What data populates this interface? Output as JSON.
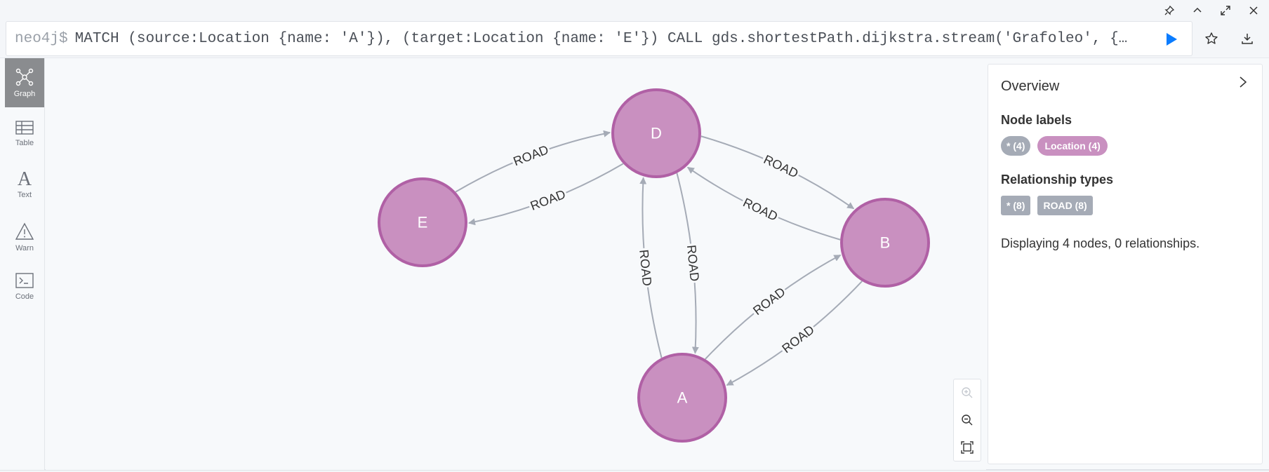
{
  "query": {
    "prompt": "neo4j$",
    "text": "MATCH (source:Location {name: 'A'}), (target:Location {name: 'E'}) CALL gds.shortestPath.dijkstra.stream('Grafoleo', { …"
  },
  "sidebar": {
    "items": [
      {
        "label": "Graph",
        "icon": "graph-icon",
        "active": true
      },
      {
        "label": "Table",
        "icon": "table-icon",
        "active": false
      },
      {
        "label": "Text",
        "icon": "text-icon",
        "active": false
      },
      {
        "label": "Warn",
        "icon": "warn-icon",
        "active": false
      },
      {
        "label": "Code",
        "icon": "code-icon",
        "active": false
      }
    ]
  },
  "graph": {
    "node_color": "#c990c0",
    "node_border": "#b060a5",
    "edge_color": "#a5abb6",
    "nodes": [
      {
        "id": "D",
        "label": "D"
      },
      {
        "id": "E",
        "label": "E"
      },
      {
        "id": "B",
        "label": "B"
      },
      {
        "id": "A",
        "label": "A"
      }
    ],
    "edges": [
      {
        "from": "E",
        "to": "D",
        "label": "ROAD"
      },
      {
        "from": "D",
        "to": "E",
        "label": "ROAD"
      },
      {
        "from": "D",
        "to": "B",
        "label": "ROAD"
      },
      {
        "from": "B",
        "to": "D",
        "label": "ROAD"
      },
      {
        "from": "A",
        "to": "D",
        "label": "ROAD"
      },
      {
        "from": "D",
        "to": "A",
        "label": "ROAD"
      },
      {
        "from": "A",
        "to": "B",
        "label": "ROAD"
      },
      {
        "from": "B",
        "to": "A",
        "label": "ROAD"
      }
    ]
  },
  "overview": {
    "title": "Overview",
    "node_labels_heading": "Node labels",
    "node_label_chips": [
      "* (4)",
      "Location (4)"
    ],
    "relationship_types_heading": "Relationship types",
    "relationship_chips": [
      "* (8)",
      "ROAD (8)"
    ],
    "status": "Displaying 4 nodes, 0 relationships."
  }
}
